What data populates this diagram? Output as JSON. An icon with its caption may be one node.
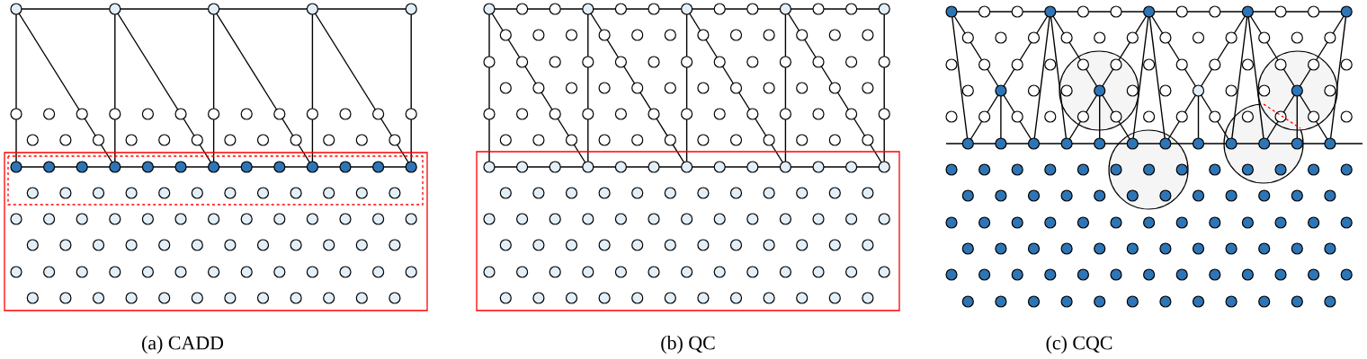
{
  "diagram": {
    "labels": [
      "(a) CADD",
      "(b) QC",
      "(c) CQC"
    ]
  }
}
